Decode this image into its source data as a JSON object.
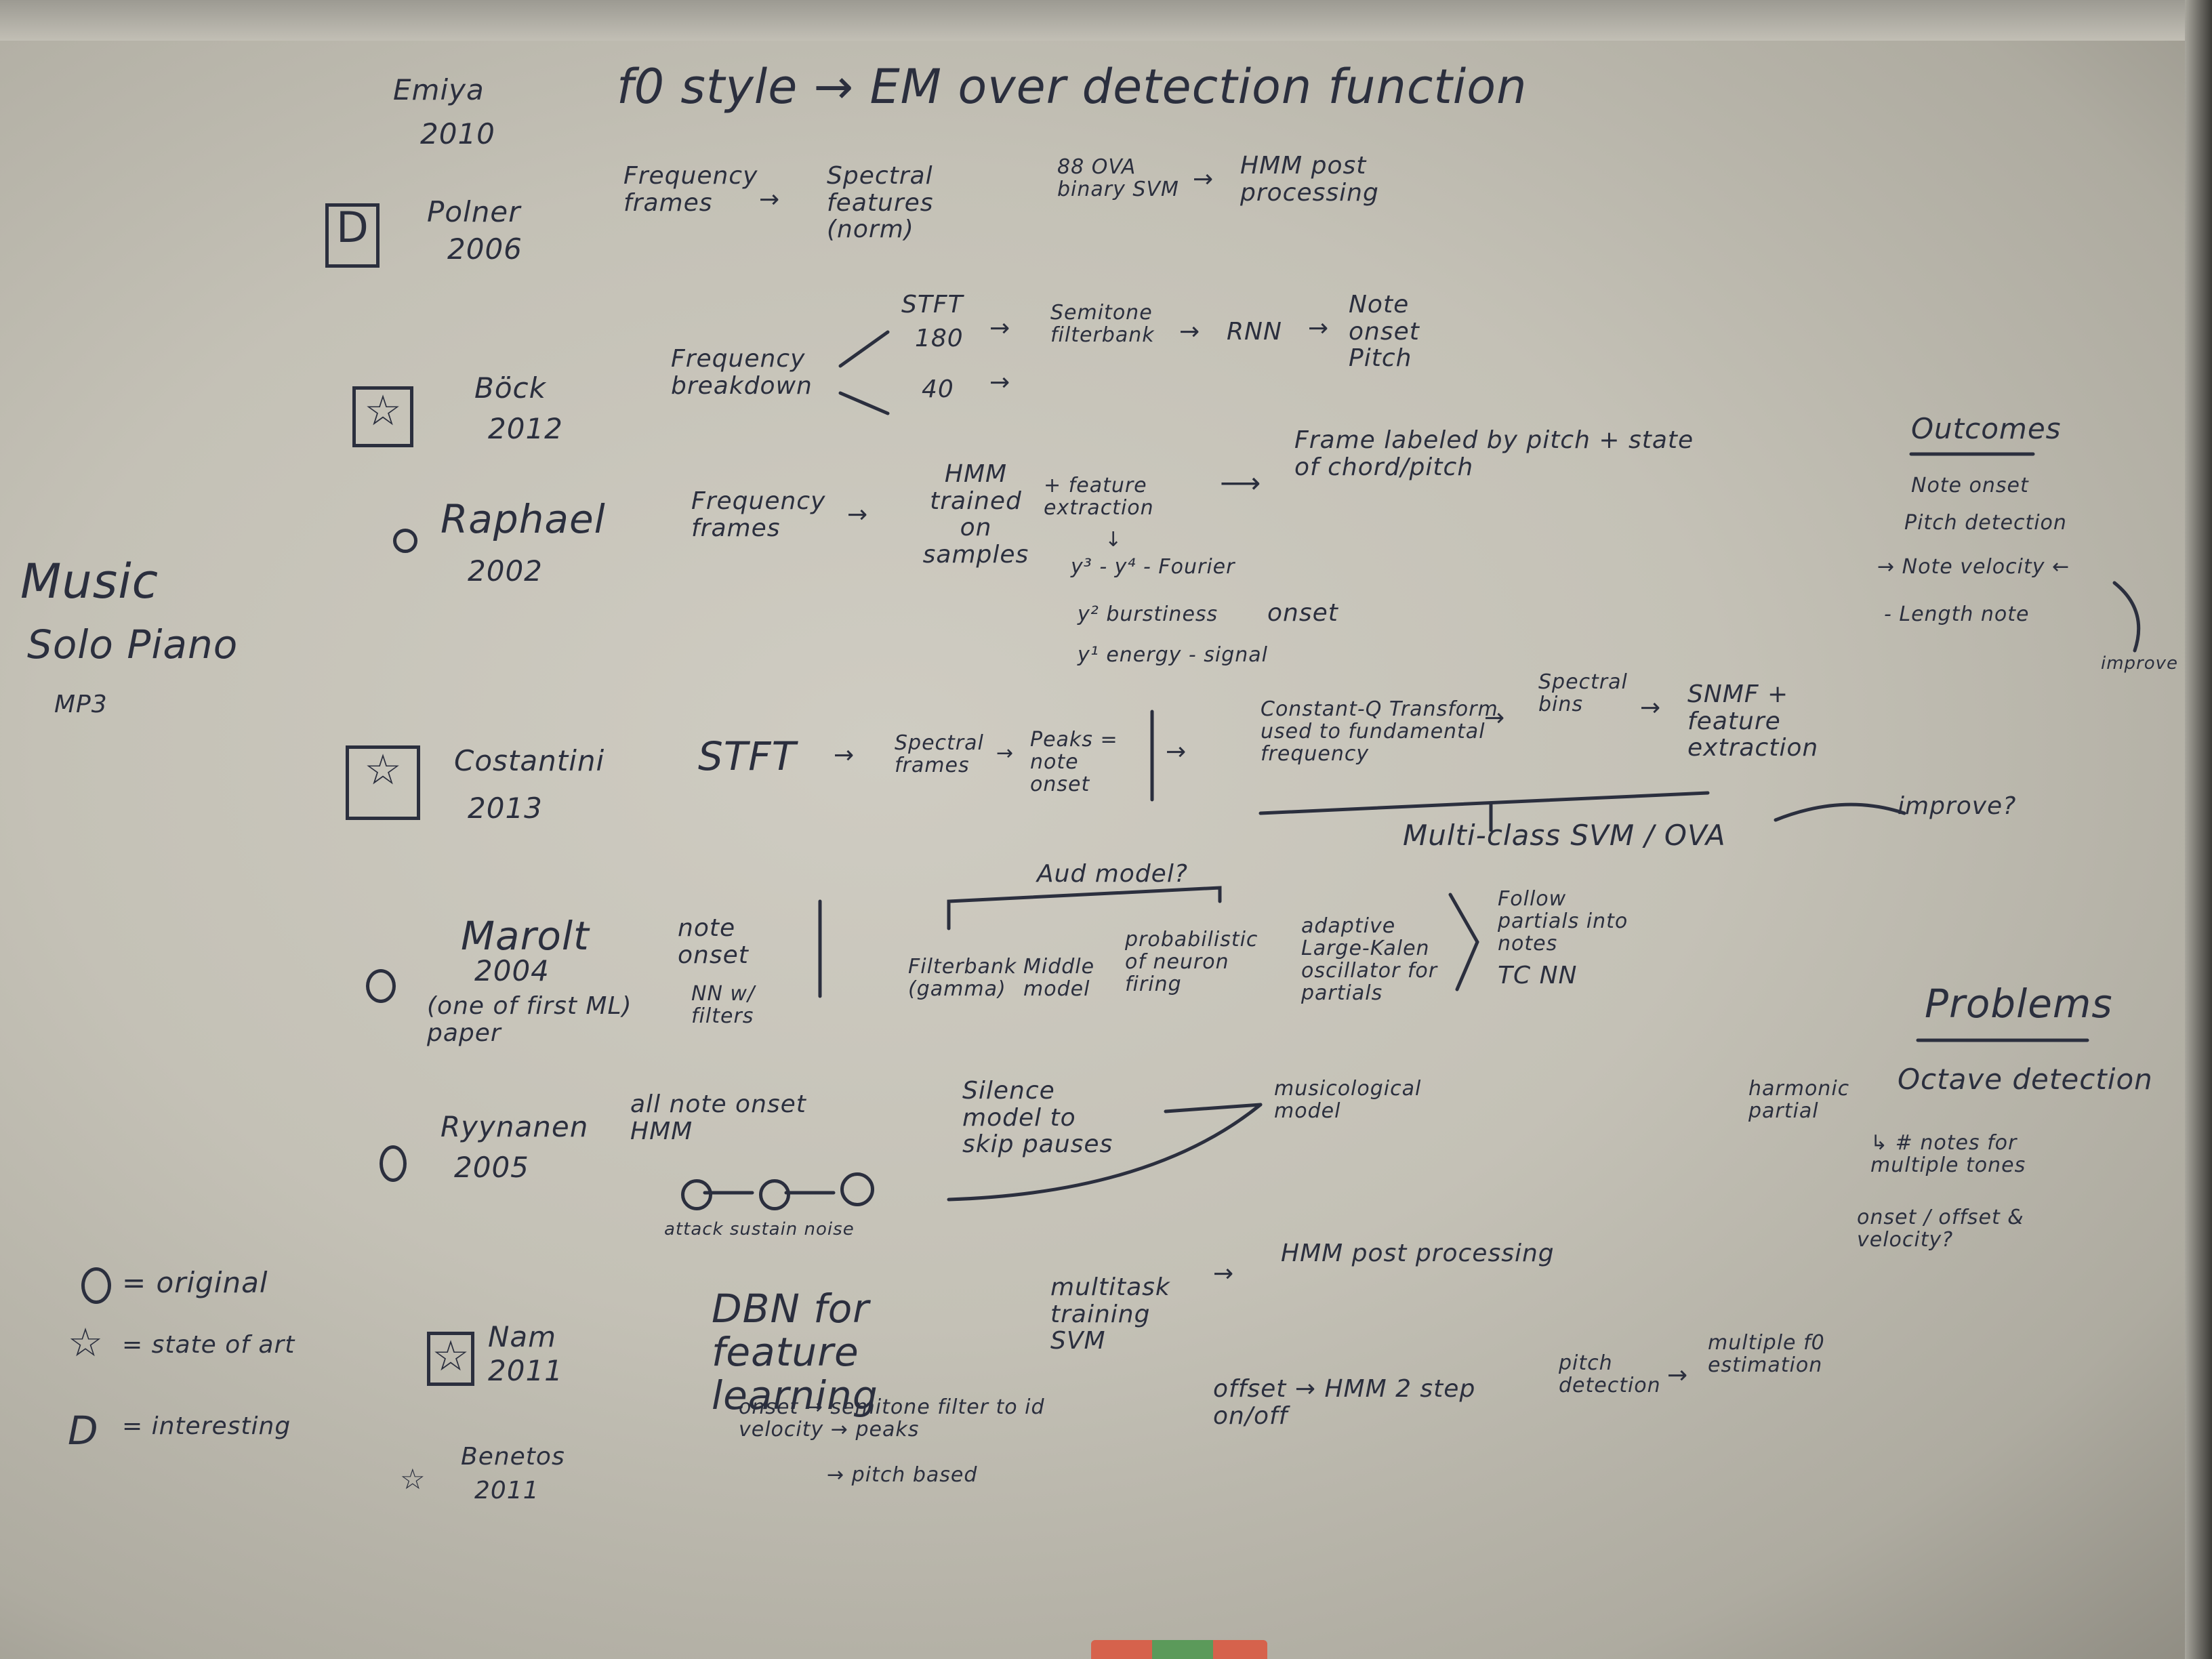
{
  "title": "f0 style → EM over detection function",
  "topic": {
    "line1": "Music",
    "line2": "Solo Piano",
    "line3": "MP3"
  },
  "legend": {
    "original": "= original",
    "state_of_art": "= state of art",
    "interesting": "= interesting"
  },
  "papers": {
    "emiya": {
      "name": "Emiya",
      "year": "2010"
    },
    "polner": {
      "name": "Polner",
      "year": "2006",
      "frames": "Frequency frames",
      "spectral": "Spectral features (norm)",
      "ova": "88 OVA binary SVM",
      "hmm": "HMM post processing"
    },
    "bock": {
      "name": "Böck",
      "year": "2012",
      "breakdown": "Frequency breakdown",
      "stft": "STFT",
      "n180": "180",
      "n40": "40",
      "filterbank": "Semitone filterbank",
      "rnn": "RNN",
      "output": "Note onset Pitch"
    },
    "raphael": {
      "name": "Raphael",
      "year": "2002",
      "frames": "Frequency frames",
      "hmm": "HMM trained on samples",
      "feature": "+ feature extraction",
      "labeled": "Frame labeled by pitch + state of chord/pitch",
      "y3": "y³ - y⁴ - Fourier",
      "y2": "y² burstiness",
      "y1": "y¹ energy - signal",
      "onset": "onset"
    },
    "costantini": {
      "name": "Costantini",
      "year": "2013",
      "stft": "STFT",
      "spectral": "Spectral frames",
      "peaks": "Peaks = note onset",
      "constq": "Constant-Q Transform used to fundamental frequency",
      "bins": "Spectral bins",
      "snmf": "SNMF + feature extraction",
      "svm": "Multi-class SVM / OVA",
      "improve": "improve?"
    },
    "marolt": {
      "name": "Marolt",
      "year": "2004",
      "note": "(one of first ML) paper",
      "onset": "note onset",
      "nn": "NN w/ filters",
      "audmodel": "Aud model?",
      "filterbank": "Filterbank (gamma)",
      "middle": "Middle model",
      "probabilistic": "probabilistic of neuron firing",
      "adaptive": "adaptive Large-Kalen oscillator for partials",
      "follow": "Follow partials into notes",
      "tc": "TC NN"
    },
    "ryynanen": {
      "name": "Ryynanen",
      "year": "2005",
      "allnote": "all note onset HMM",
      "silence": "Silence model to skip pauses",
      "musicological": "musicological model",
      "states": "attack sustain noise"
    },
    "nam": {
      "name": "Nam",
      "year": "2011",
      "dbn": "DBN for feature learning",
      "multitask": "multitask training SVM",
      "hmmpost": "HMM post processing",
      "onset": "onset → semitone filter to id velocity → peaks",
      "pitchbased": "→ pitch based",
      "offset": "offset → HMM 2 step on/off",
      "pitch": "pitch detection",
      "multiple": "multiple f0 estimation"
    },
    "benetos": {
      "name": "Benetos",
      "year": "2011"
    }
  },
  "outcomes": {
    "heading": "Outcomes",
    "items": [
      "Note onset",
      "Pitch detection",
      "→ Note velocity ←",
      "- Length note"
    ],
    "improve": "improve"
  },
  "problems": {
    "heading": "Problems",
    "octave": "Octave detection",
    "harmonic": "harmonic partial",
    "notes": "↳ # notes for multiple tones",
    "offset": "onset / offset & velocity?"
  }
}
